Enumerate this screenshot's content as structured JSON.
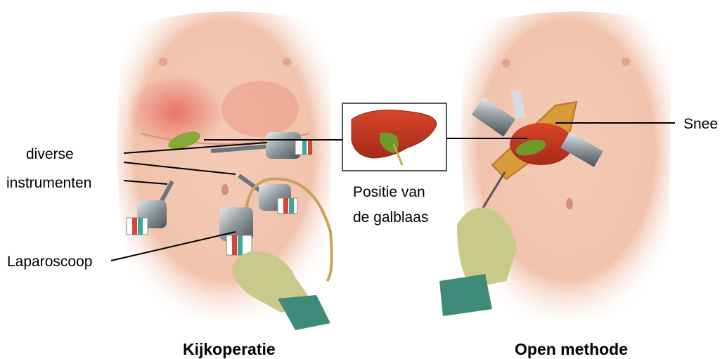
{
  "labels": {
    "instruments_line1": "diverse",
    "instruments_line2": "instrumenten",
    "laparoscope": "Laparoscoop",
    "gallbladder_line1": "Positie van",
    "gallbladder_line2": "de galblaas",
    "incision": "Snee"
  },
  "captions": {
    "left": "Kijkoperatie",
    "right": "Open methode"
  },
  "colors": {
    "skin": "#f2c2ad",
    "skin_red": "#e36f63",
    "liver": "#c8361f",
    "gallbladder": "#6f9a2a",
    "glove": "#c9c98a",
    "gown": "#3f8a78",
    "instrument_metal": "#9aa2a8"
  },
  "icons": {
    "instrument": "laparoscopic-trocar-icon",
    "liver": "liver-icon",
    "hand": "gloved-hand-icon"
  }
}
